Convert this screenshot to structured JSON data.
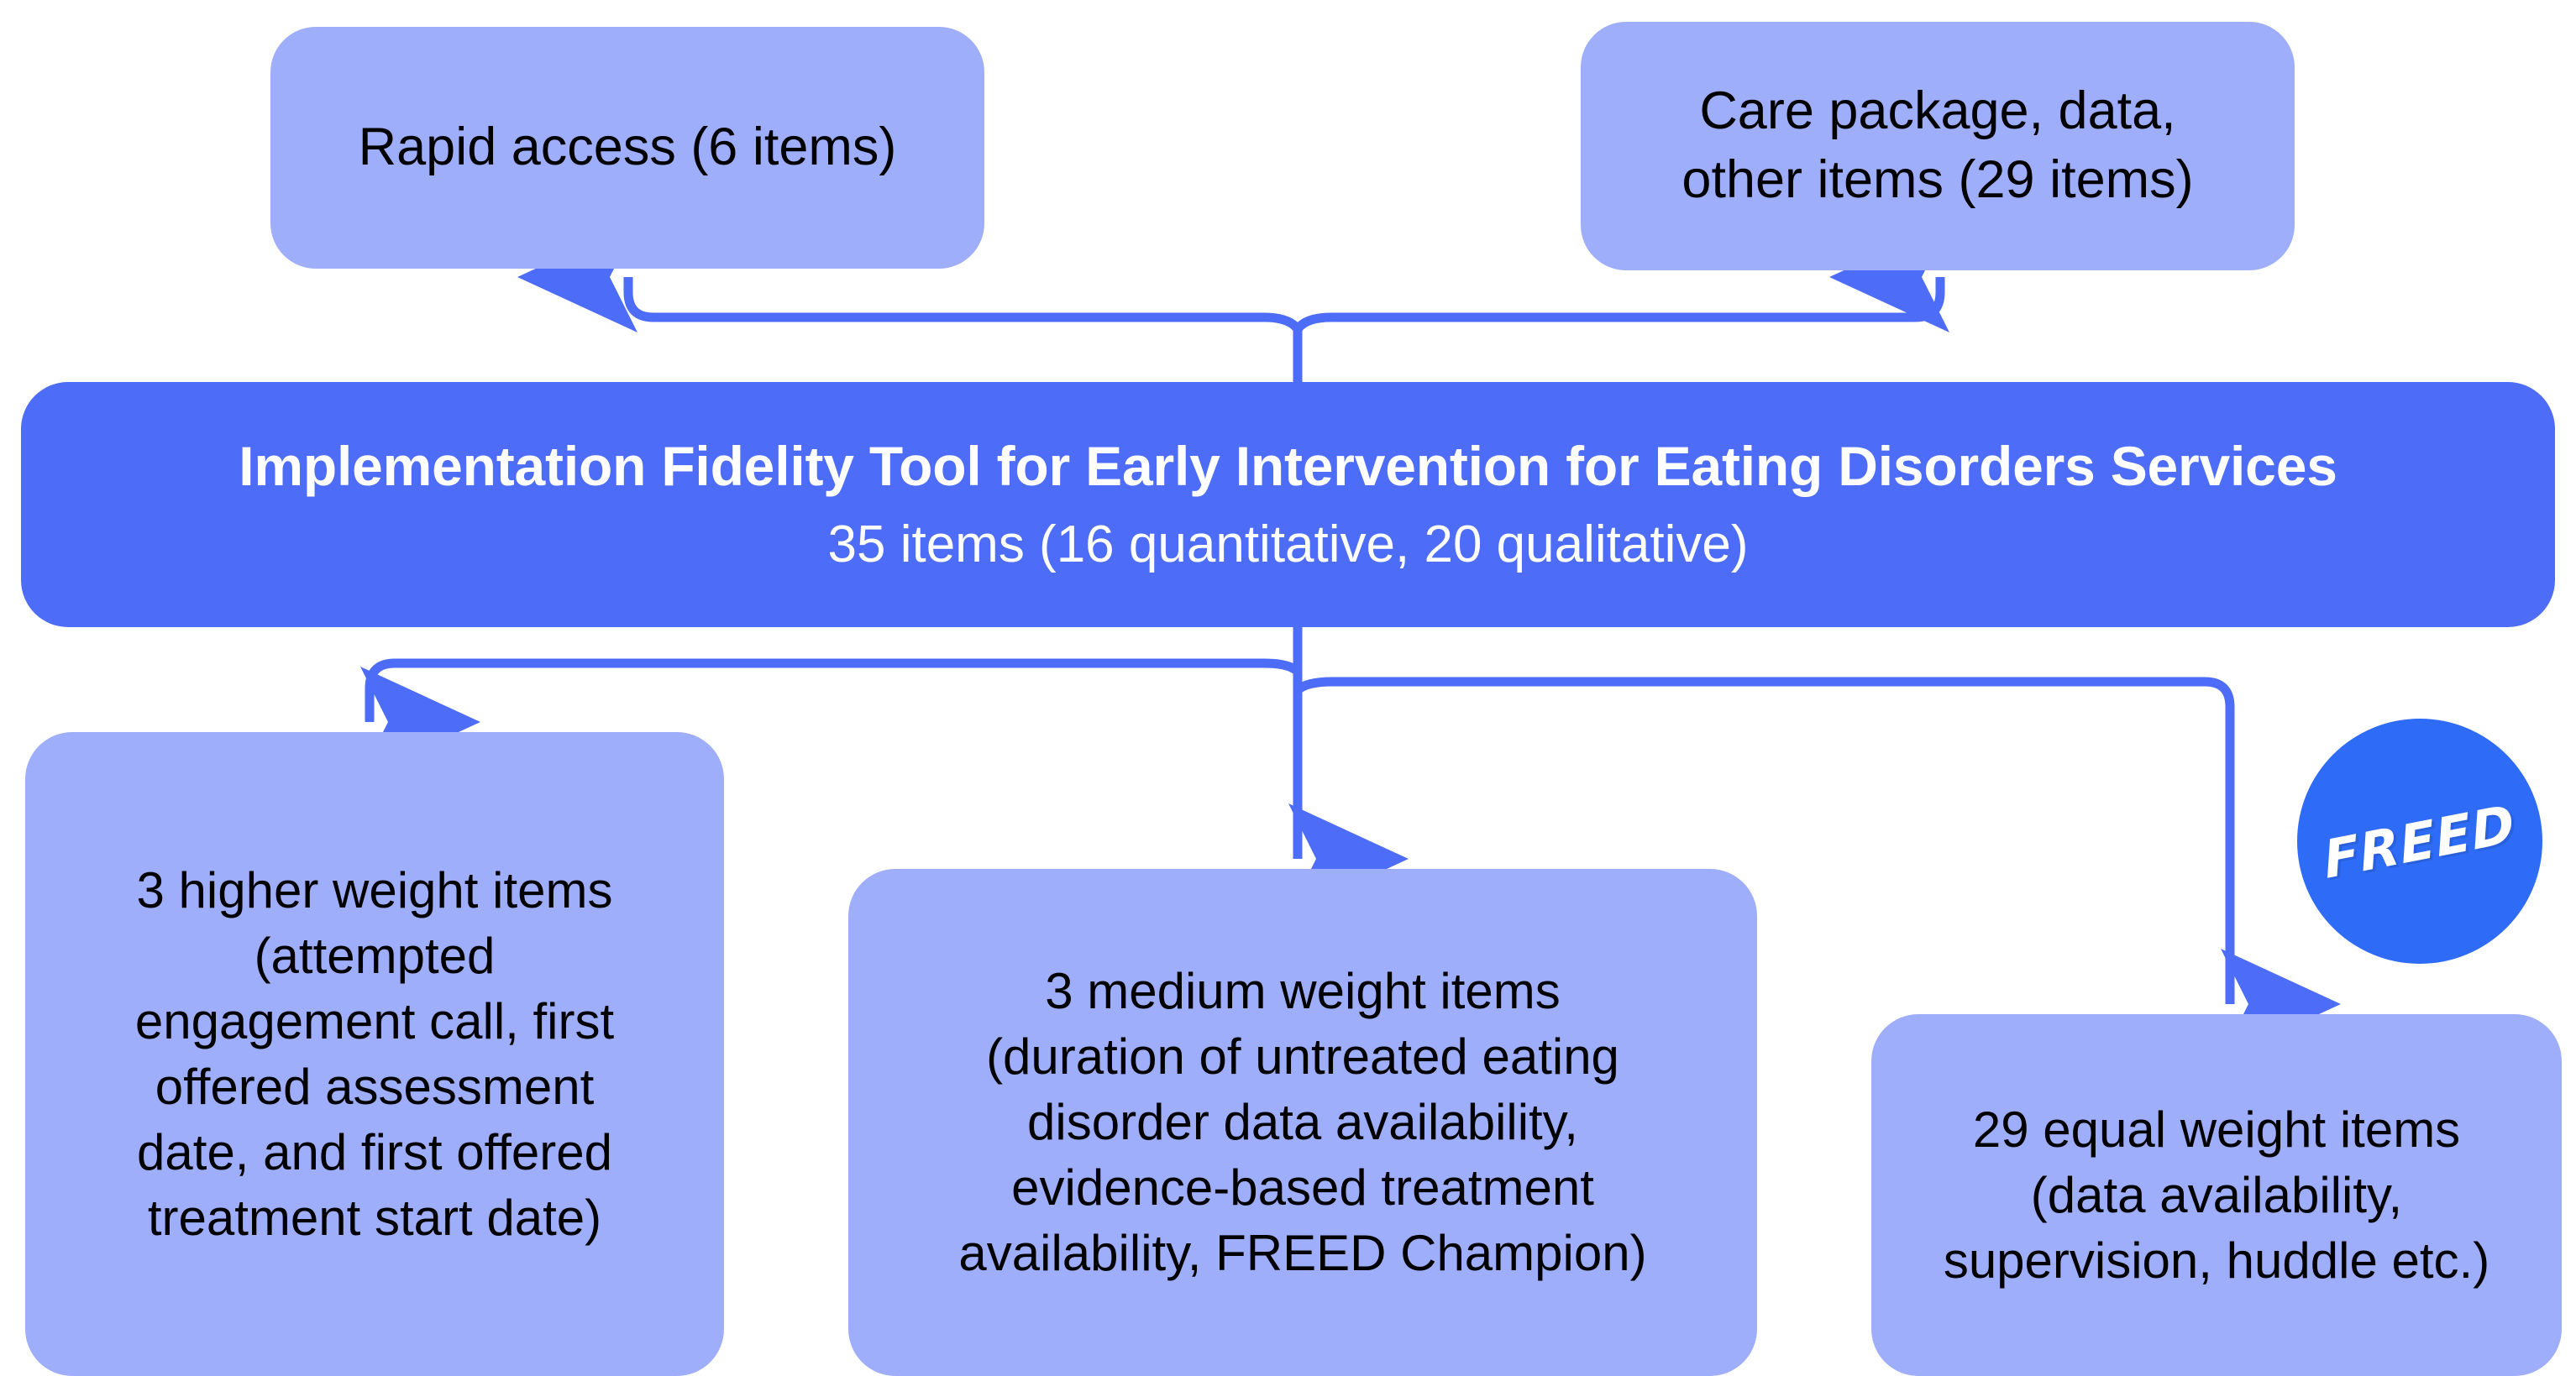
{
  "diagram": {
    "title": "Implementation Fidelity Tool for Early Intervention for Eating Disorders Services",
    "colors": {
      "light_box": "#9FAEFA",
      "main_box": "#4D6DF8",
      "connector": "#4D6DF8",
      "logo_blue": "#2E6BF6",
      "main_text": "#FFFFFF",
      "box_text": "#000000",
      "background": "#FFFFFF"
    },
    "top_nodes": [
      {
        "id": "rapid-access",
        "label": "Rapid access (6 items)"
      },
      {
        "id": "care-package",
        "label": "Care package, data,\nother items (29 items)"
      }
    ],
    "main_node": {
      "title": "Implementation Fidelity Tool for Early Intervention for Eating Disorders Services",
      "subtitle": "35 items (16 quantitative, 20 qualitative)"
    },
    "bottom_nodes": [
      {
        "id": "higher-weight",
        "label": "3 higher weight items\n(attempted\nengagement call, first\noffered assessment\ndate, and first offered\ntreatment start date)"
      },
      {
        "id": "medium-weight",
        "label": "3 medium weight items\n(duration of untreated eating\ndisorder data availability,\nevidence-based treatment\navailability, FREED Champion)"
      },
      {
        "id": "equal-weight",
        "label": "29 equal weight items\n(data availability,\nsupervision, huddle etc.)"
      }
    ],
    "logo": {
      "text": "FREED"
    }
  }
}
